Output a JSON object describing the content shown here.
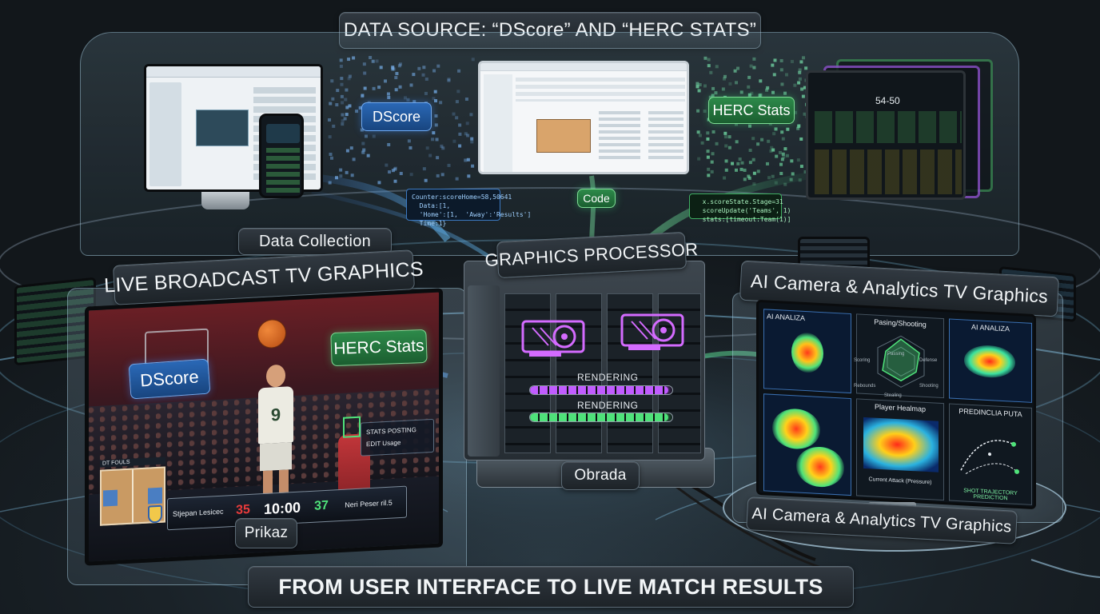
{
  "top_title": "DATA SOURCE: “DScore” AND “HERC STATS”",
  "bottom_title": "FROM USER INTERFACE TO LIVE MATCH RESULTS",
  "data_collection": {
    "label": "Data Collection",
    "dscore_tag": "DScore",
    "herc_tag": "HERC Stats",
    "code_tag": "Code",
    "herc_score": "54-50",
    "code_left": "Counter:scoreHome=58,50641\n  Data:[1,\n  'Home':[1,  'Away':'Results']\n  Time:1}",
    "code_right": "  x.scoreState.Stage=31\n  scoreUpdate('Teams', 1)\n  stats:[timeout:Team(1)]"
  },
  "processor": {
    "title": "GRAPHICS PROCESSOR",
    "label": "Obrada",
    "rendering_1": "RENDERING",
    "rendering_2": "RENDERING",
    "progress_1": 0.97,
    "progress_2": 0.97,
    "color_1": "#c15cff",
    "color_2": "#4fe27a"
  },
  "broadcast": {
    "title": "LIVE BROADCAST TV GRAPHICS",
    "label": "Prikaz",
    "dscore_tag": "DScore",
    "herc_tag": "HERC Stats",
    "jersey_number": "9",
    "score_home": "35",
    "clock": "10:00",
    "score_away": "37",
    "home_name": "Stjepan Lesicec",
    "away_name": "Neri Peser ril.5",
    "period": "DT FOULS",
    "player_stat_1": "STATS POSTING",
    "player_stat_2": "EDIT Usage"
  },
  "analytics": {
    "title": "AI Camera & Analytics TV Graphics",
    "label": "AI Camera & Analytics TV Graphics",
    "panel_ai_1": "AI ANALIZA",
    "panel_passing": "Pasing/Shooting",
    "radar_labels": [
      "Passing",
      "Defense",
      "Shooting",
      "Stealing",
      "Rebounds",
      "Scoring"
    ],
    "panel_ai_2": "AI ANALIZA",
    "panel_heatmap": "Player Healmap",
    "panel_heatmap_caption": "Current Attack (Pressure)",
    "panel_predict": "PREDINCLIA PUTA",
    "panel_predict_caption": "SHOT TRAJECTORY PREDICTION"
  }
}
